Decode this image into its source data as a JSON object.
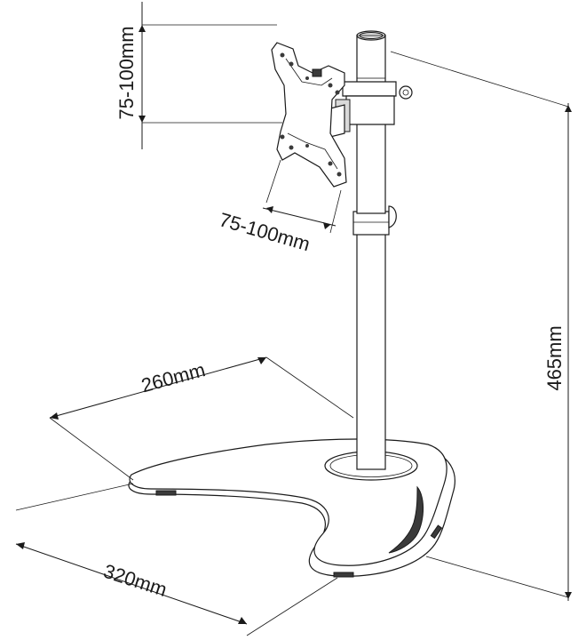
{
  "diagram": {
    "dimensions": {
      "vesa_vertical": "75-100mm",
      "vesa_horizontal": "75-100mm",
      "base_depth": "260mm",
      "base_width": "320mm",
      "total_height": "465mm"
    }
  },
  "colors": {
    "line": "#1a1a1a",
    "background": "#ffffff",
    "shade": "#d9d9d9"
  }
}
